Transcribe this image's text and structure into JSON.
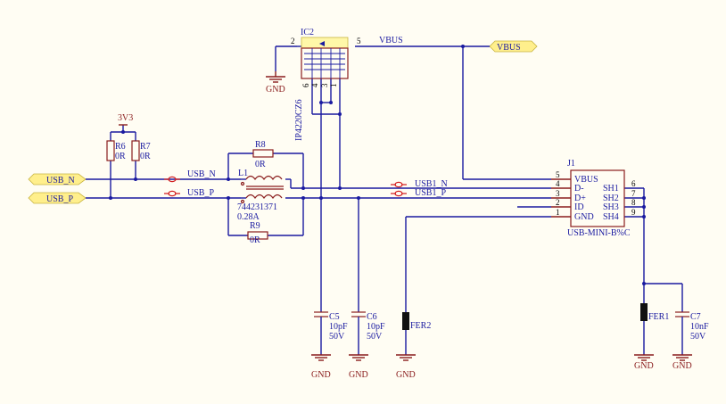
{
  "ports": {
    "usb_n_in": "USB_N",
    "usb_p_in": "USB_P",
    "vbus_out": "VBUS"
  },
  "power": {
    "v3v3": "3V3",
    "gnd": "GND"
  },
  "net_labels": {
    "usb_n": "USB_N",
    "usb_p": "USB_P",
    "usb1_n": "USB1_N",
    "usb1_p": "USB1_P",
    "vbus": "VBUS"
  },
  "components": {
    "ic2": {
      "ref": "IC2",
      "part": "IP4220CZ6",
      "pins": [
        "2",
        "5",
        "6",
        "4",
        "3",
        "1"
      ]
    },
    "r6": {
      "ref": "R6",
      "value": "0R"
    },
    "r7": {
      "ref": "R7",
      "value": "0R"
    },
    "r8": {
      "ref": "R8",
      "value": "0R"
    },
    "r9": {
      "ref": "R9",
      "value": "0R"
    },
    "l1": {
      "ref": "L1",
      "part": "744231371",
      "current": "0.28A"
    },
    "c5": {
      "ref": "C5",
      "value": "10pF",
      "voltage": "50V"
    },
    "c6": {
      "ref": "C6",
      "value": "10pF",
      "voltage": "50V"
    },
    "c7": {
      "ref": "C7",
      "value": "10nF",
      "voltage": "50V"
    },
    "fer1": {
      "ref": "FER1"
    },
    "fer2": {
      "ref": "FER2"
    },
    "j1": {
      "ref": "J1",
      "part": "USB-MINI-B%C",
      "pins_left": [
        {
          "num": "5",
          "name": "VBUS"
        },
        {
          "num": "4",
          "name": "D-"
        },
        {
          "num": "3",
          "name": "D+"
        },
        {
          "num": "2",
          "name": "ID"
        },
        {
          "num": "1",
          "name": "GND"
        }
      ],
      "pins_right": [
        {
          "num": "6",
          "name": "SH1"
        },
        {
          "num": "7",
          "name": "SH2"
        },
        {
          "num": "8",
          "name": "SH3"
        },
        {
          "num": "9",
          "name": "SH4"
        }
      ]
    }
  },
  "colors": {
    "wire": "#1a1aa0",
    "component": "#8a1c1c",
    "port_fill": "#ffef8c",
    "background": "#fffdf3",
    "diff_pair_marker": "#d42020"
  }
}
